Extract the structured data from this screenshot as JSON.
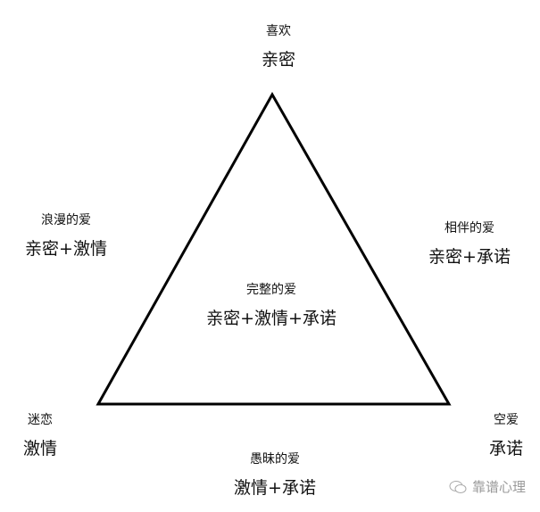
{
  "top": {
    "sub": "喜欢",
    "main": "亲密"
  },
  "left": {
    "sub": "浪漫的爱",
    "main": "亲密+激情"
  },
  "right": {
    "sub": "相伴的爱",
    "main": "亲密+承诺"
  },
  "center": {
    "sub": "完整的爱",
    "main": "亲密+激情+承诺"
  },
  "bottom_left": {
    "sub": "迷恋",
    "main": "激情"
  },
  "bottom_right": {
    "sub": "空爱",
    "main": "承诺"
  },
  "bottom": {
    "sub": "愚昧的爱",
    "main": "激情+承诺"
  },
  "watermark": {
    "icon": "wechat-icon",
    "text": "靠谱心理"
  }
}
